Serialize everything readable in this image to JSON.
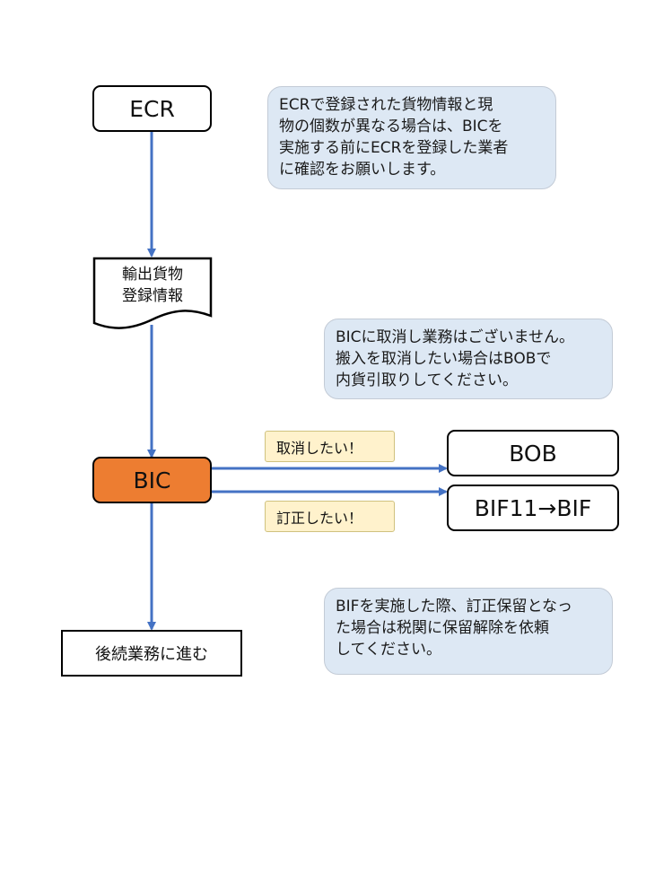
{
  "nodes": {
    "ecr": "ECR",
    "export_cargo_lines": [
      "輸出貨物",
      "登録情報"
    ],
    "bic": "BIC",
    "bob": "BOB",
    "bif": "BIF11→BIF",
    "next": "後続業務に進む"
  },
  "labels": {
    "cancel": "取消したい！",
    "correct": "訂正したい！"
  },
  "notes": {
    "note1": [
      "ECRで登録された貨物情報と現",
      "物の個数が異なる場合は、BICを",
      "実施する前にECRを登録した業者",
      "に確認をお願いします。"
    ],
    "note2": [
      "BICに取消し業務はございません。",
      "搬入を取消したい場合はBOBで",
      "内貨引取りしてください。"
    ],
    "note3": [
      "BIFを実施した際、訂正保留となっ",
      "た場合は税関に保留解除を依頼",
      "してください。"
    ]
  },
  "colors": {
    "arrow": "#4472c4",
    "bic_fill": "#ed7d31",
    "note_fill": "#dde8f4",
    "tag_fill": "#fff2cc"
  }
}
